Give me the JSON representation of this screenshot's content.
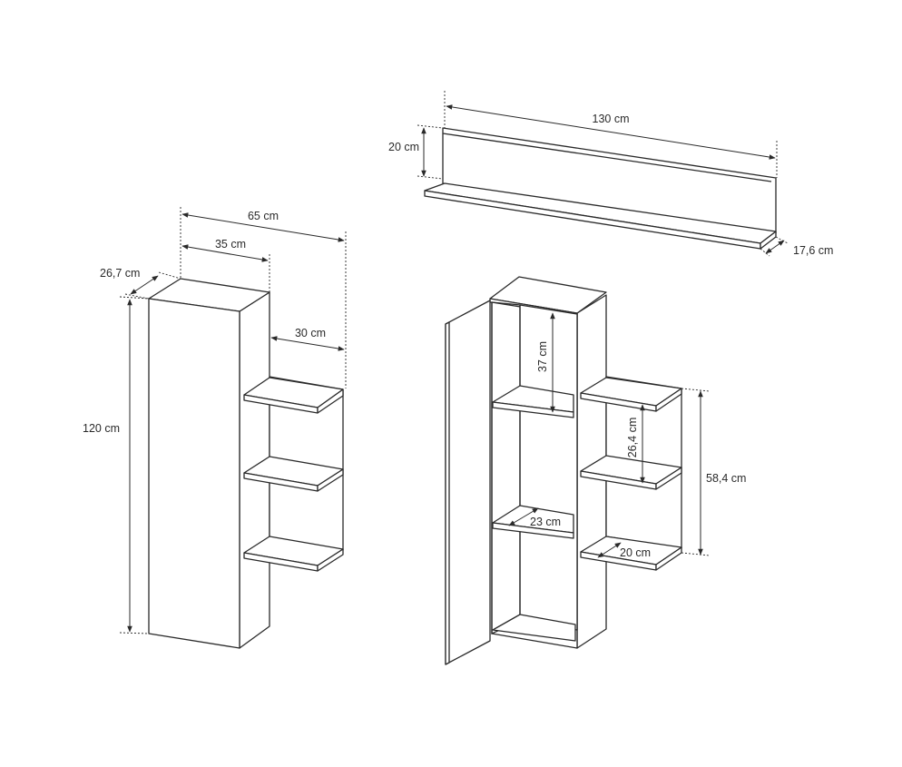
{
  "dimensions": {
    "wall_shelf_width": "130 cm",
    "wall_shelf_height": "20 cm",
    "wall_shelf_depth": "17,6 cm",
    "cabinet_total_width": "65 cm",
    "cabinet_body_width": "35 cm",
    "cabinet_depth": "26,7 cm",
    "side_shelf_width": "30 cm",
    "cabinet_height": "120 cm",
    "top_compartment_height": "37 cm",
    "side_shelf_spacing": "26,4 cm",
    "side_unit_height": "58,4 cm",
    "inner_shelf_depth": "23 cm",
    "side_shelf_depth": "20 cm"
  }
}
